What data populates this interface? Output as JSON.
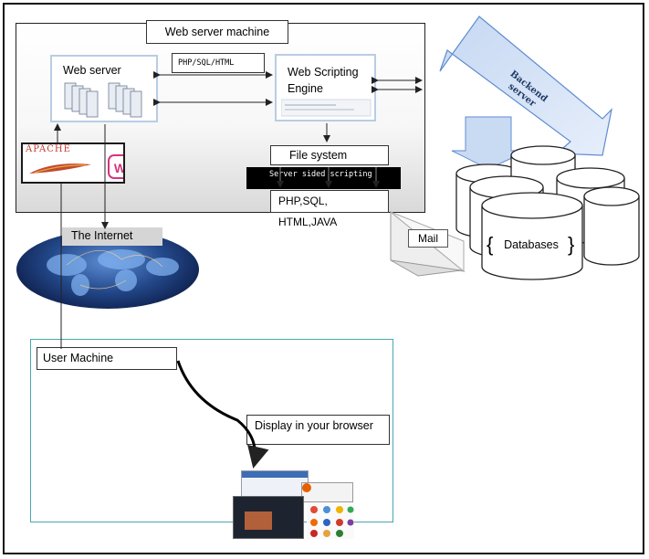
{
  "server": {
    "title": "Web server machine",
    "web_server_label": "Web server",
    "protocols_label": "PHP/SQL/HTML",
    "engine_label": "Web Scripting Engine",
    "file_system_label": "File system",
    "server_side_label": "Server sided scripting",
    "languages_label": "PHP,SQL, HTML,JAVA"
  },
  "logos": {
    "apache": "APACHE",
    "wamp": "W"
  },
  "internet": {
    "label": "The Internet"
  },
  "backend": {
    "label": "Backend server",
    "mail_label": "Mail",
    "databases_label": "Databases"
  },
  "user": {
    "label": "User Machine",
    "display_label": "Display in your browser"
  },
  "colors": {
    "panel_border": "#49a7b3",
    "box_accent": "#b8cde4",
    "backend_arrow": "#c9daf3",
    "apache_red": "#c73a2e",
    "wamp_pink": "#d6337f"
  }
}
